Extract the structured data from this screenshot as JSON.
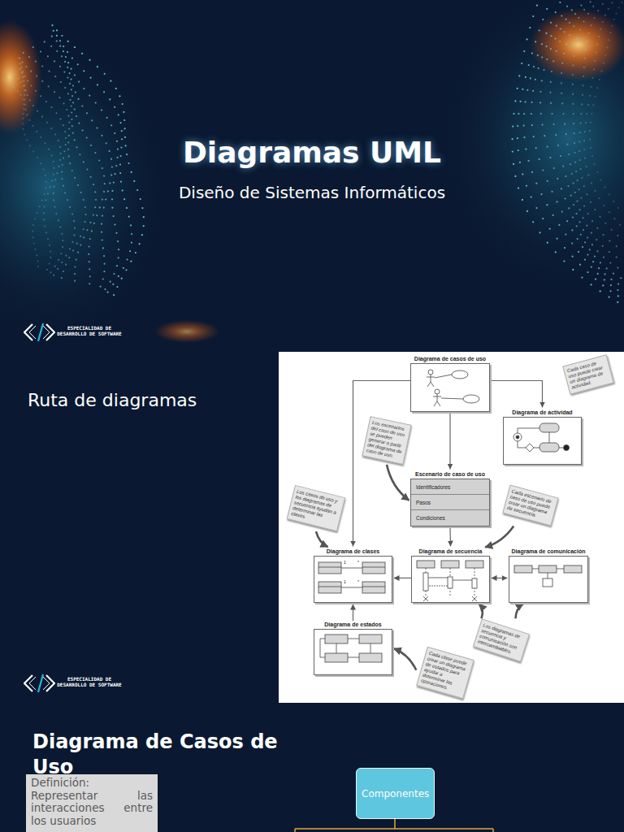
{
  "diagram": {
    "title": "Diagramas UML",
    "nodes": [
      {
        "text": [
          "Diagrama de casos de uso"
        ]
      },
      {
        "text": [
          "Diagrama de actividad"
        ]
      },
      {
        "text": [
          "Cada caso de uso puede crear un diagrama de actividad."
        ]
      },
      {
        "text": [
          "Los escenarios del caso de uso se pueden generar a partir del diagrama de caso de uso."
        ]
      },
      {
        "text": [
          "Escenario de caso de uso"
        ]
      },
      {
        "text": [
          "Identificadores"
        ],
        "in": 4
      },
      {
        "text": [
          "Pasos"
        ],
        "in": 4
      },
      {
        "text": [
          "Condiciones"
        ],
        "in": 4
      },
      {
        "text": [
          "Cada escenario de caso de uso puede crear un diagrama de secuencia."
        ]
      },
      {
        "text": [
          "Los casos de uso y los diagramas de secuencia ayudan a determinar las clases."
        ]
      },
      {
        "text": [
          "Diagrama de clases"
        ]
      },
      {
        "text": [
          "Diagrama de secuencia"
        ]
      },
      {
        "text": [
          "Diagrama de comunicación"
        ]
      },
      {
        "text": [
          "Diagrama de estados"
        ]
      },
      {
        "text": [
          "Los diagramas de secuencia y comunicación son intercambiables."
        ]
      },
      {
        "text": [
          "Cada clase puede crear un diagrama de estados para ayudar a determinar las operaciones."
        ]
      },
      {
        "text": [
          "Definición: Representar las interacciones entre los usuarios"
        ]
      },
      {
        "text": [
          "Componentes"
        ]
      }
    ],
    "edges": [
      {
        "from": 0,
        "to": 1,
        "arrow": "to"
      },
      {
        "from": 0,
        "to": 4,
        "arrow": "to"
      },
      {
        "from": 0,
        "to": 10,
        "arrow": "to"
      },
      {
        "from": 4,
        "to": 11,
        "arrow": "to"
      },
      {
        "from": 11,
        "to": 10,
        "arrow": "to"
      },
      {
        "from": 11,
        "to": 12,
        "arrow": "both"
      },
      {
        "from": 13,
        "to": 10,
        "arrow": "to"
      },
      {
        "from": 3,
        "to": 4,
        "arrow": "to"
      },
      {
        "from": 8,
        "to": 11,
        "arrow": "to"
      },
      {
        "from": 9,
        "to": 10,
        "arrow": "to"
      },
      {
        "from": 14,
        "to": 11,
        "arrow": "to"
      },
      {
        "from": 14,
        "to": 12,
        "arrow": "to"
      },
      {
        "from": 15,
        "to": 13,
        "arrow": "to"
      }
    ],
    "labels": [
      "Diseño de Sistemas Informáticos",
      "ESPECIALIDAD DE DESARROLLO DE SOFTWARE",
      "Ruta de diagramas",
      "ESPECIALIDAD DE DESARROLLO DE SOFTWARE",
      "Diagrama de Casos de Uso",
      "1",
      "*",
      "1",
      "*"
    ]
  }
}
